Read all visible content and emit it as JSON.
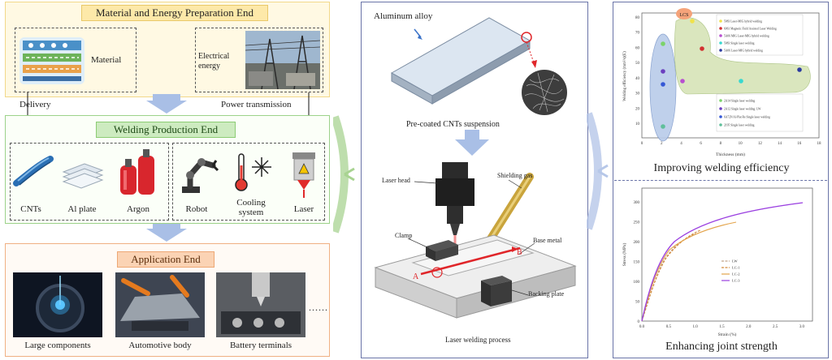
{
  "left": {
    "material_end": {
      "title": "Material and Energy Preparation End",
      "material_label": "Material",
      "energy_label": "Electrical energy",
      "delivery_label": "Delivery",
      "power_label": "Power transmission"
    },
    "welding_end": {
      "title": "Welding Production End",
      "items": [
        "CNTs",
        "Al plate",
        "Argon",
        "Robot",
        "Cooling system",
        "Laser"
      ]
    },
    "application_end": {
      "title": "Application End",
      "items": [
        "Large components",
        "Automotive body",
        "Battery terminals"
      ],
      "more": "......"
    }
  },
  "middle": {
    "aluminum_alloy": "Aluminum alloy",
    "suspension_label": "Pre-coated CNTs suspension",
    "laser_head": "Laser head",
    "shielding_gas": "Shielding gas",
    "clamp": "Clamp",
    "base_metal": "Base metal",
    "backing_plate": "Backing plate",
    "point_a": "A",
    "point_b": "B",
    "process_label": "Laser welding process"
  },
  "right": {
    "efficiency_caption": "Improving welding efficiency",
    "strength_caption": "Enhancing joint strength",
    "efficiency_chart": {
      "xlabel": "Thickness (mm)",
      "ylabel": "Welding efficiency (mm²/s)(E)",
      "xticks": [
        "0",
        "2",
        "4",
        "6",
        "8",
        "10",
        "12",
        "14",
        "16",
        "18"
      ],
      "yticks": [
        "10",
        "20",
        "30",
        "40",
        "50",
        "60",
        "70",
        "80"
      ],
      "badge": "LCS",
      "legend_top": [
        "5083 Laser-MIG hybrid welding",
        "6061 Magnetic Field Assisted Laser Welding",
        "5A06 MIG Laser-MIG hybrid welding",
        "5083 Single laser welding",
        "5A06 Laser-MIG hybrid welding"
      ],
      "legend_bottom": [
        "2A14 Single laser welding",
        "2A12 Single laser welding: LW",
        "6A72N Al-Plat Re Single laser welding",
        "2195 Single laser welding"
      ]
    },
    "strength_chart": {
      "xlabel": "Strain (%)",
      "ylabel": "Stress (MPa)",
      "xticks": [
        "0.0",
        "0.5",
        "1.0",
        "1.5",
        "2.0",
        "2.5",
        "3.0"
      ],
      "yticks": [
        "0",
        "50",
        "100",
        "150",
        "200",
        "250",
        "300"
      ],
      "legend": [
        "LW",
        "LC-1",
        "LC-2",
        "LC-3"
      ]
    }
  },
  "colors": {
    "panel_border": "#6a74a8",
    "material_bg": "#fff6d6",
    "welding_border": "#9cd28a",
    "application_border": "#f0b083",
    "arrow_blue": "#a9bfe6",
    "ellipse_blue": "#b9cbe9",
    "blob_green": "#d6e4b8"
  }
}
